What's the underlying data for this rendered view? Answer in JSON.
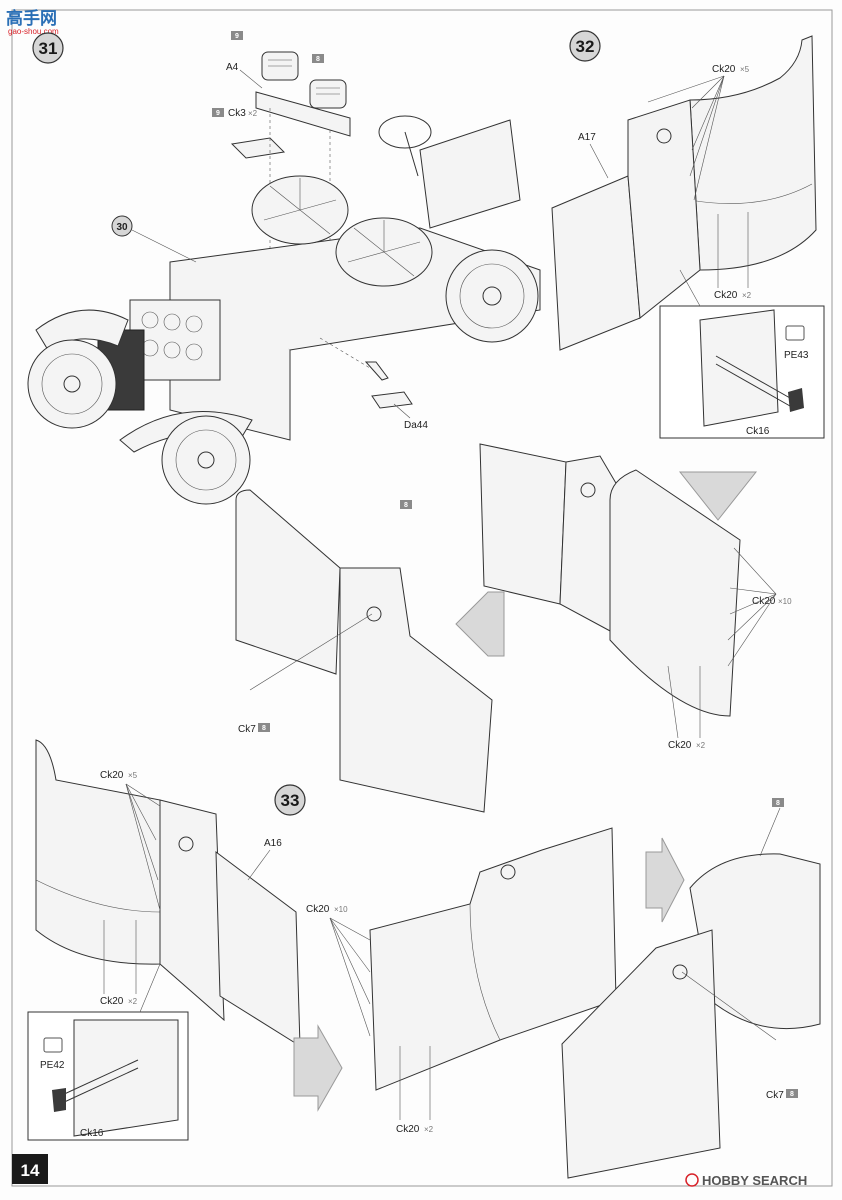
{
  "page": {
    "number": "14"
  },
  "watermark_top": {
    "brand": "高手网",
    "url": "gao-shou.com"
  },
  "watermark_bottom": {
    "text": "HOBBY SEARCH"
  },
  "steps": {
    "s31": "31",
    "s32": "32",
    "s33": "33",
    "ref30": "30"
  },
  "parts": {
    "A4": "A4",
    "Ck3": "Ck3",
    "Ck3_qty": "×2",
    "Da44": "Da44",
    "A17": "A17",
    "A16": "A16",
    "Ck20_5": "Ck20",
    "Ck20_5_qty": "×5",
    "Ck20_2": "Ck20",
    "Ck20_2_qty": "×2",
    "Ck20_10": "Ck20",
    "Ck20_10_qty": "×10",
    "PE43": "PE43",
    "PE42": "PE42",
    "Ck16": "Ck16",
    "Ck7": "Ck7",
    "Ck7_tag": "8"
  },
  "color_tags": {
    "t9": "9",
    "t8": "8"
  },
  "colors": {
    "tag": "#8a8a8a",
    "accent_red": "#d8232a",
    "accent_blue": "#2a6fb6",
    "arrow": "#d9d9d9"
  }
}
